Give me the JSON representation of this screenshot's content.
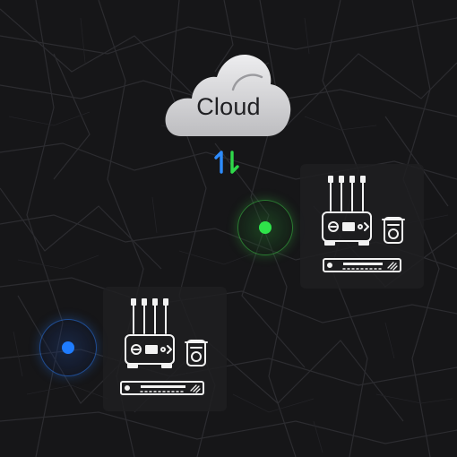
{
  "cloud": {
    "label": "Cloud"
  },
  "icons": {
    "cloud": "cloud-icon",
    "sync": "up-down-arrows-icon",
    "transmitter": "transmitter-icon",
    "receiver": "receiver-icon",
    "rack_unit": "rack-unit-icon"
  },
  "colors": {
    "background": "#161618",
    "cloud": "#d8d8da",
    "arrow_up": "#2d8cff",
    "arrow_down": "#2fd94a",
    "site_green": "#2fe34a",
    "site_blue": "#1f7cff",
    "device_stroke": "#f2f2f2"
  },
  "sites": [
    {
      "name": "site-green",
      "color": "#2fe34a"
    },
    {
      "name": "site-blue",
      "color": "#1f7cff"
    }
  ]
}
